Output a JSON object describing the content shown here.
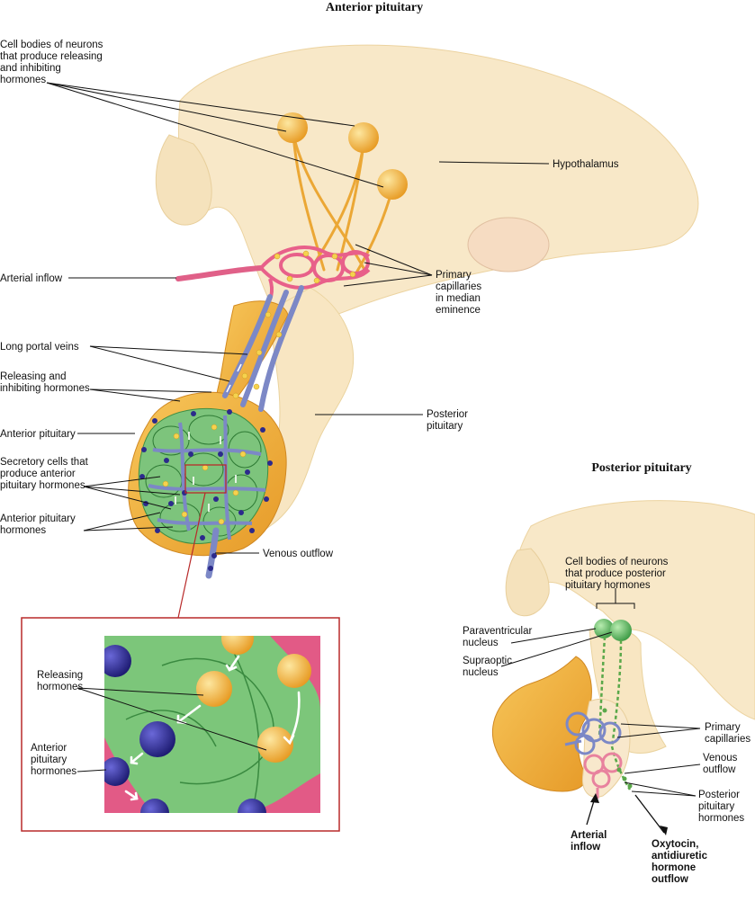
{
  "titles": {
    "anterior": "Anterior pituitary",
    "posterior": "Posterior pituitary"
  },
  "anterior_labels": {
    "cell_bodies": [
      "Cell bodies of neurons",
      "that produce releasing",
      "and inhibiting",
      "hormones"
    ],
    "hypothalamus": [
      "Hypothalamus"
    ],
    "arterial_inflow": [
      "Arterial inflow"
    ],
    "primary_capillaries": [
      "Primary",
      "capillaries",
      "in median",
      "eminence"
    ],
    "long_portal_veins": [
      "Long portal veins"
    ],
    "releasing_inhibiting": [
      "Releasing and",
      "inhibiting hormones"
    ],
    "anterior_pituitary": [
      "Anterior pituitary"
    ],
    "posterior_pituitary": [
      "Posterior",
      "pituitary"
    ],
    "secretory_cells": [
      "Secretory cells that",
      "produce anterior",
      "pituitary hormones"
    ],
    "anterior_hormones": [
      "Anterior pituitary",
      "hormones"
    ],
    "venous_outflow": [
      "Venous outflow"
    ]
  },
  "inset_labels": {
    "releasing": [
      "Releasing",
      "hormones"
    ],
    "anterior_hormones": [
      "Anterior",
      "pituitary",
      "hormones"
    ]
  },
  "posterior_labels": {
    "cell_bodies": [
      "Cell bodies of neurons",
      "that produce posterior",
      "pituitary hormones"
    ],
    "paraventricular": [
      "Paraventricular",
      "nucleus"
    ],
    "supraoptic": [
      "Supraoptic",
      "nucleus"
    ],
    "primary_capillaries": [
      "Primary",
      "capillaries"
    ],
    "venous_outflow": [
      "Venous",
      "outflow"
    ],
    "posterior_hormones": [
      "Posterior",
      "pituitary",
      "hormones"
    ],
    "arterial_inflow": [
      "Arterial",
      "inflow"
    ],
    "oxytocin": [
      "Oxytocin,",
      "antidiuretic",
      "hormone",
      "outflow"
    ]
  },
  "colors": {
    "tissue": "#f7e6c4",
    "tissue_edge": "#e8c98a",
    "gland_gold": "#f2b33c",
    "neuron": "#f0b040",
    "capillary_pink": "#e8608a",
    "portal_blue": "#7a86c4",
    "cell_green": "#7cc47a",
    "hormone_navy": "#2c2a8c",
    "hormone_yellow": "#f4c64c",
    "inset_border": "#c03030"
  }
}
